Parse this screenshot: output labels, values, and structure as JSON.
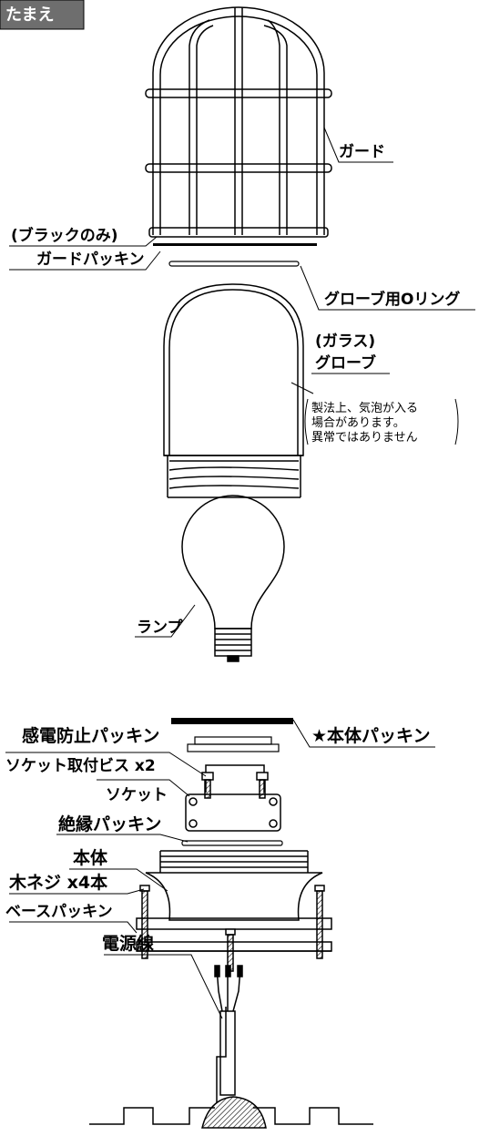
{
  "header": {
    "title": "たまえ"
  },
  "labels": {
    "guard": "ガード",
    "black_only": "(ブラックのみ)",
    "guard_packing": "ガードパッキン",
    "globe_oring": "グローブ用Oリング",
    "glass": "(ガラス)",
    "globe": "グローブ",
    "note_lines": [
      "製法上、気泡が入る",
      "場合があります。",
      "異常ではありません"
    ],
    "lamp": "ランプ",
    "body_packing": "★本体パッキン",
    "shock_packing": "感電防止パッキン",
    "socket_screw": "ソケット取付ビス x2",
    "socket": "ソケット",
    "insulation_packing": "絶縁パッキン",
    "body": "本体",
    "wood_screw": "木ネジ x4本",
    "base_packing": "ベースパッキン",
    "power_cord": "電源線"
  },
  "colors": {
    "header_bg": "#6e6e6e",
    "ink": "#000000"
  }
}
